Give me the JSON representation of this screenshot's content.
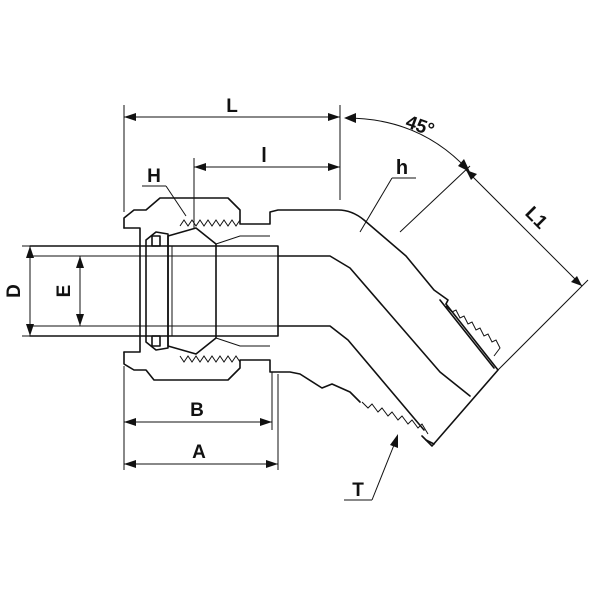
{
  "labels": {
    "L": "L",
    "l": "l",
    "H": "H",
    "h": "h",
    "angle": "45°",
    "L1": "L1",
    "D": "D",
    "E": "E",
    "B": "B",
    "A": "A",
    "T": "T"
  }
}
